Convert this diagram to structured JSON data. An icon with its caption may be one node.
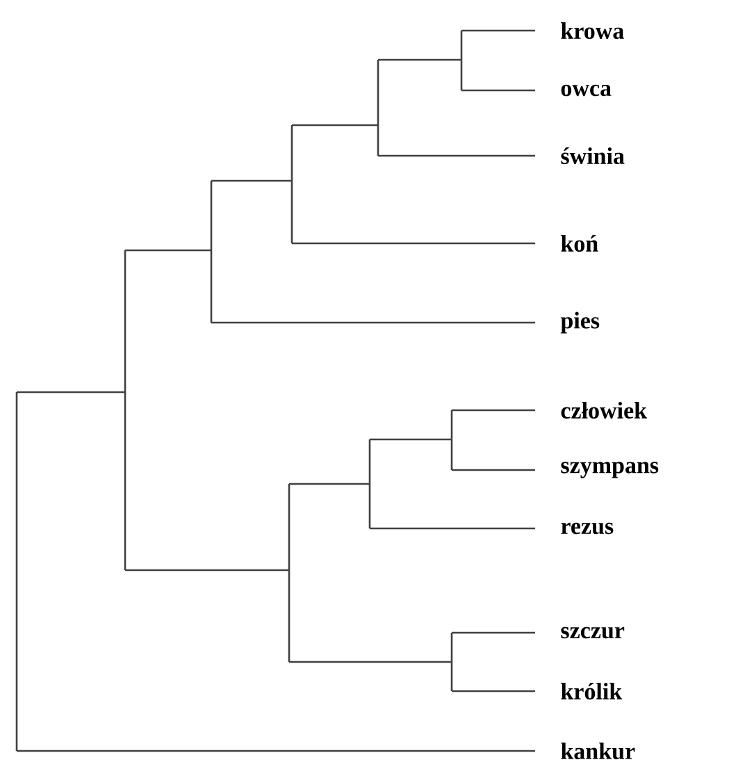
{
  "diagram": {
    "labels": [
      "krowa",
      "owca",
      "świnia",
      "koń",
      "pies",
      "człowiek",
      "szympans",
      "rezus",
      "szczur",
      "królik",
      "kankur"
    ]
  }
}
